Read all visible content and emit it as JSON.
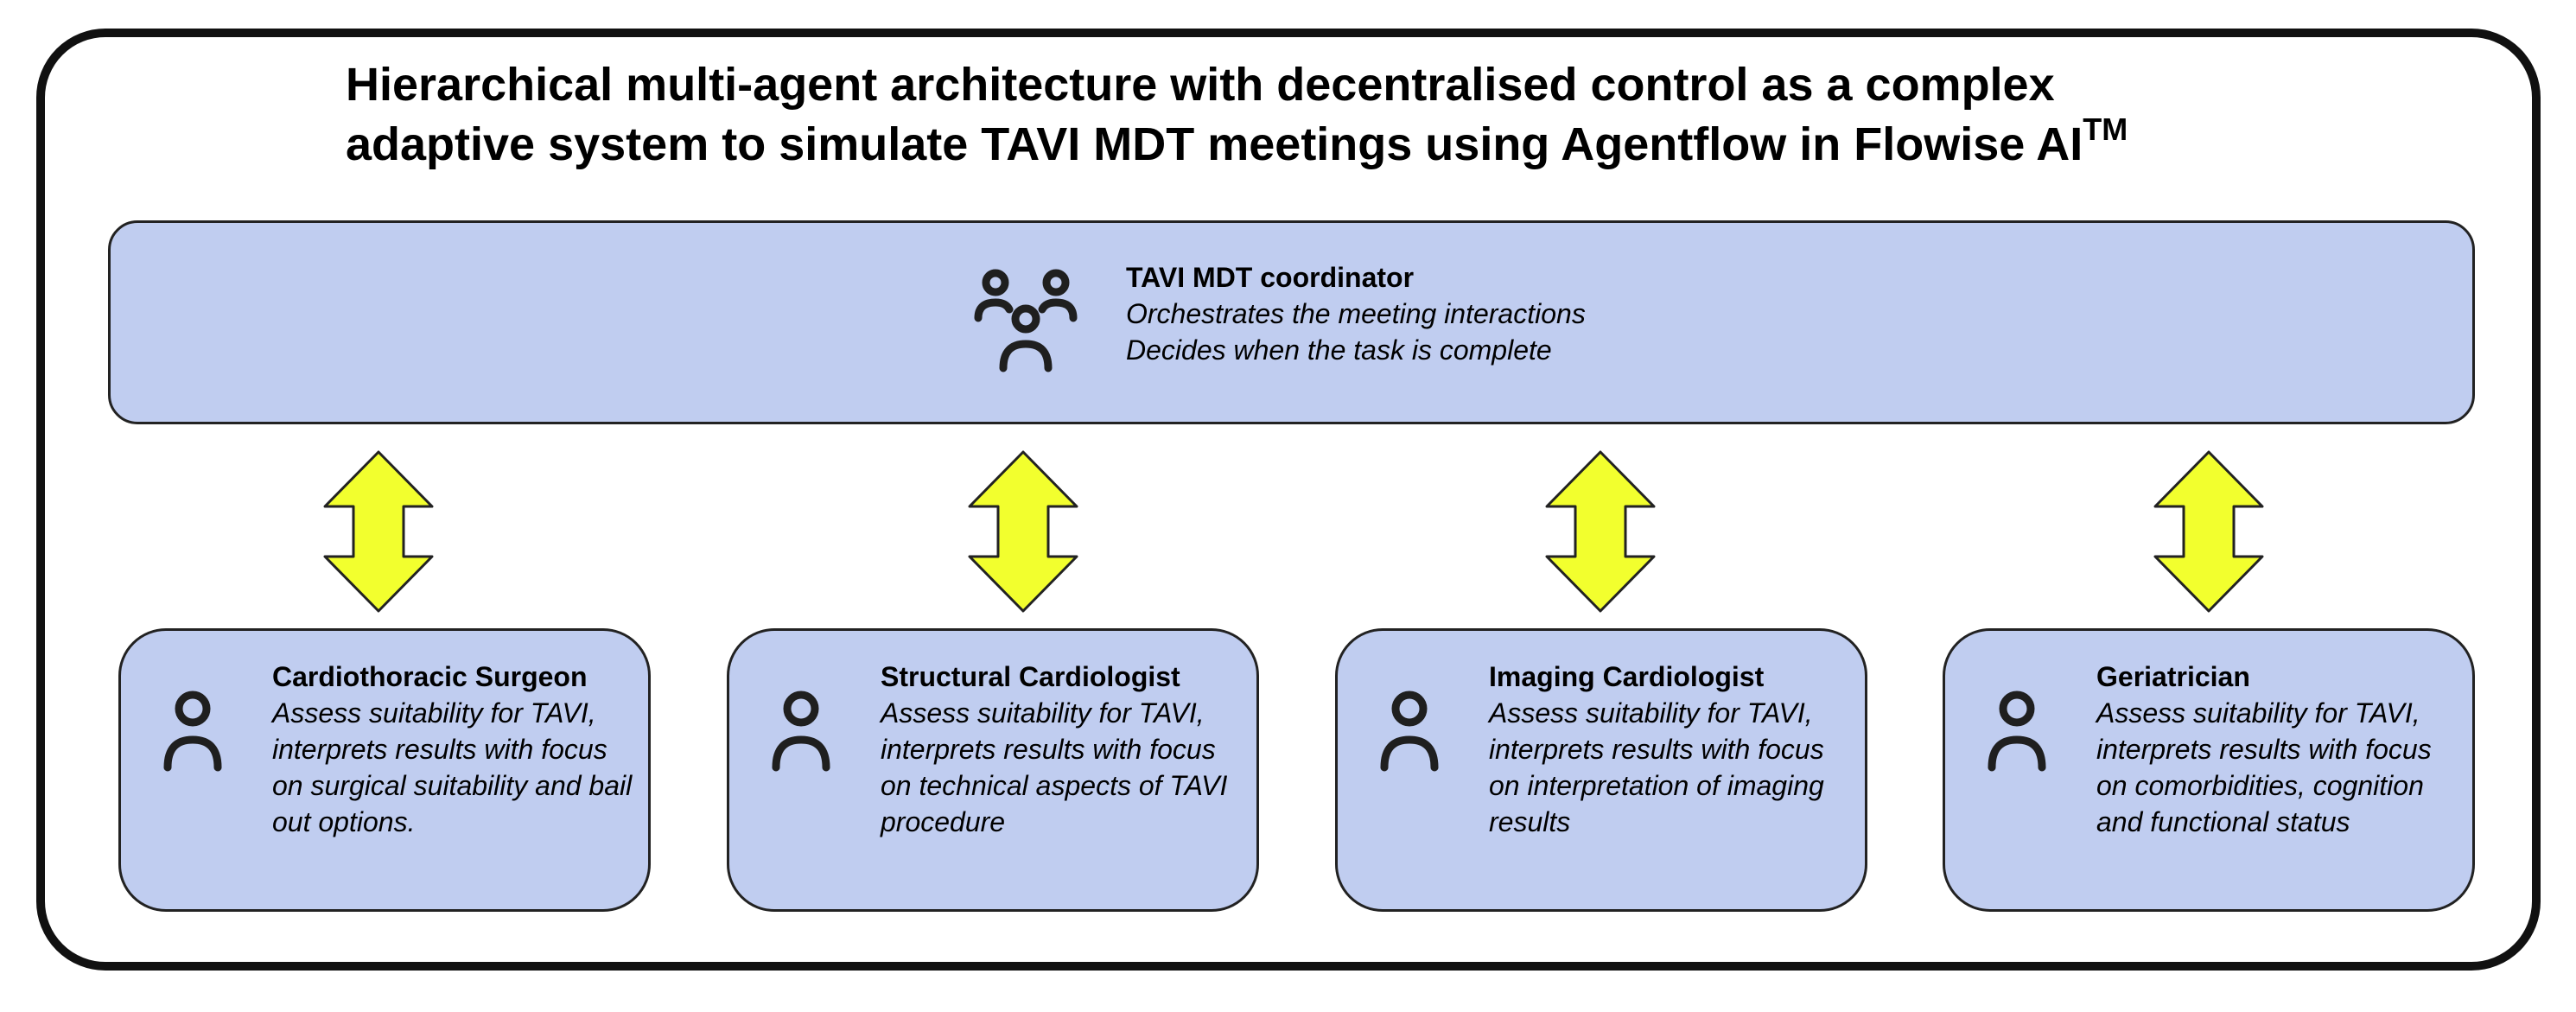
{
  "title": {
    "line1": "Hierarchical multi-agent architecture with decentralised control as a complex",
    "line2": "adaptive system to simulate TAVI MDT meetings using Agentflow in Flowise AI",
    "superscript": "TM"
  },
  "coordinator": {
    "icon": "people-group-icon",
    "name": "TAVI MDT coordinator",
    "lines": [
      "Orchestrates the meeting interactions",
      "Decides when the task is complete"
    ]
  },
  "agents": [
    {
      "icon": "person-icon",
      "name": "Cardiothoracic Surgeon",
      "description": "Assess suitability for TAVI, interprets results with focus on surgical suitability and bail out options."
    },
    {
      "icon": "person-icon",
      "name": "Structural Cardiologist",
      "description": "Assess suitability for TAVI, interprets results with focus on technical aspects of TAVI procedure"
    },
    {
      "icon": "person-icon",
      "name": "Imaging Cardiologist",
      "description": "Assess suitability for TAVI, interprets results with focus on interpretation of imaging results"
    },
    {
      "icon": "person-icon",
      "name": "Geriatrician",
      "description": "Assess suitability for TAVI, interprets results with focus on comorbidities, cognition and functional status"
    }
  ],
  "colors": {
    "box_fill": "#c0cdf0",
    "arrow_fill": "#f2ff2e",
    "border": "#111111"
  }
}
